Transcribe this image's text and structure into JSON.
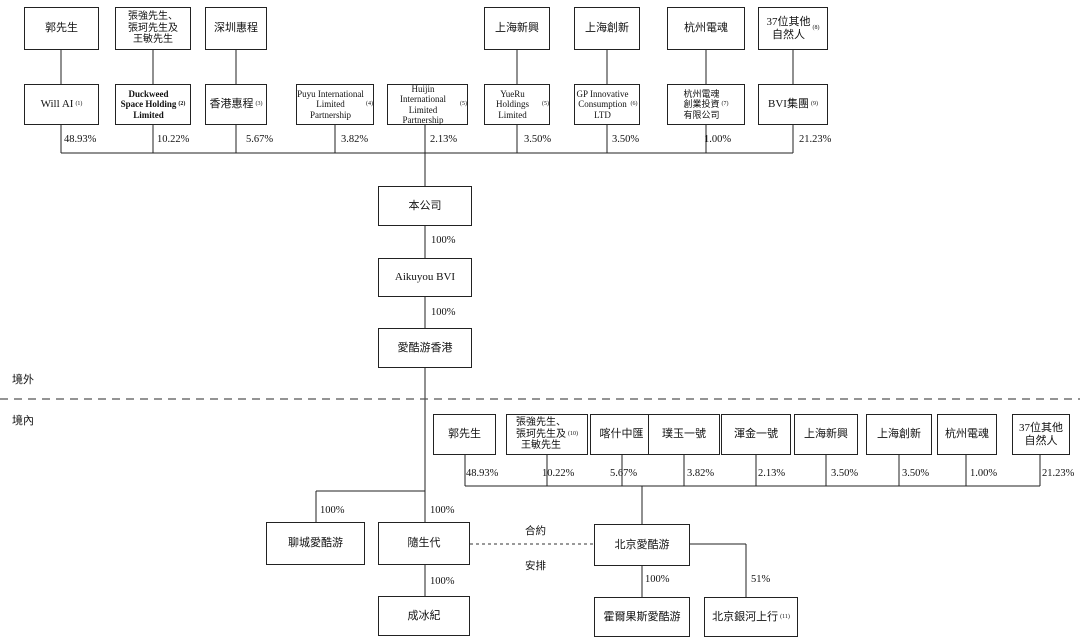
{
  "owners_top": [
    {
      "id": "guo",
      "text": "郭先生"
    },
    {
      "id": "zhang",
      "text": "張強先生、\n張珂先生及\n王敏先生"
    },
    {
      "id": "shenzhen",
      "text": "深圳惠程"
    },
    {
      "id": "shanghai_xy",
      "text": "上海新興"
    },
    {
      "id": "shanghai_cx",
      "text": "上海創新"
    },
    {
      "id": "hangzhou",
      "text": "杭州電魂"
    },
    {
      "id": "others37",
      "text": "37位其他\n自然人",
      "note": "(8)"
    }
  ],
  "holdcos": [
    {
      "id": "willai",
      "text": "Will AI",
      "note": "(1)",
      "pct": "48.93%"
    },
    {
      "id": "duckweed",
      "text": "Duckweed\nSpace Holding\nLimited",
      "note": "(2)",
      "pct": "10.22%"
    },
    {
      "id": "hk_huicheng",
      "text": "香港惠程",
      "note": "(3)",
      "pct": "5.67%"
    },
    {
      "id": "puyu",
      "text": "Puyu International\nLimited Partnership",
      "note": "(4)",
      "pct": "3.82%"
    },
    {
      "id": "huijin",
      "text": "Huijin International\nLimited Partnership",
      "note": "(5)",
      "pct": "2.13%"
    },
    {
      "id": "yueru",
      "text": "YueRu Holdings\nLimited",
      "note": "(5)",
      "pct": "3.50%"
    },
    {
      "id": "gp",
      "text": "GP Innovative\nConsumption\nLTD",
      "note": "(6)",
      "pct": "3.50%"
    },
    {
      "id": "hz_invest",
      "text": "杭州電魂\n創業投資\n有限公司",
      "note": "(7)",
      "pct": "1.00%"
    },
    {
      "id": "bvi_group",
      "text": "BVI集團",
      "note": "(9)",
      "pct": "21.23%"
    }
  ],
  "chain": [
    {
      "id": "company",
      "text": "本公司"
    },
    {
      "id": "aikuyou_bvi",
      "text": "Aikuyou BVI",
      "pct_above": "100%"
    },
    {
      "id": "aikuyou_hk",
      "text": "愛酷游香港",
      "pct_above": "100%"
    }
  ],
  "zones": {
    "offshore": "境外",
    "onshore": "境內"
  },
  "onshore_owners": [
    {
      "id": "guo2",
      "text": "郭先生",
      "pct": "48.93%"
    },
    {
      "id": "zhang2",
      "text": "張強先生、\n張珂先生及\n王敏先生",
      "note": "(10)",
      "pct": "10.22%"
    },
    {
      "id": "kashi",
      "text": "喀什中匯",
      "pct": "5.67%"
    },
    {
      "id": "puyu1",
      "text": "璞玉一號",
      "pct": "3.82%"
    },
    {
      "id": "hunjin1",
      "text": "渾金一號",
      "pct": "2.13%"
    },
    {
      "id": "shanghai_xy2",
      "text": "上海新興",
      "pct": "3.50%"
    },
    {
      "id": "shanghai_cx2",
      "text": "上海創新",
      "pct": "3.50%"
    },
    {
      "id": "hangzhou2",
      "text": "杭州電魂",
      "pct": "1.00%"
    },
    {
      "id": "others37b",
      "text": "37位其他\n自然人",
      "pct": "21.23%"
    }
  ],
  "subsidiaries": {
    "liaocheng": {
      "text": "聊城愛酷游",
      "pct": "100%"
    },
    "suishengdai": {
      "text": "隨生代",
      "pct": "100%"
    },
    "chengbingji": {
      "text": "成冰紀",
      "pct": "100%"
    },
    "beijing_aky": {
      "text": "北京愛酷游"
    },
    "horgos": {
      "text": "霍爾果斯愛酷游",
      "pct": "100%"
    },
    "yinhe": {
      "text": "北京銀河上行",
      "note": "(11)",
      "pct": "51%"
    }
  },
  "contract": {
    "top": "合約",
    "bottom": "安排"
  }
}
